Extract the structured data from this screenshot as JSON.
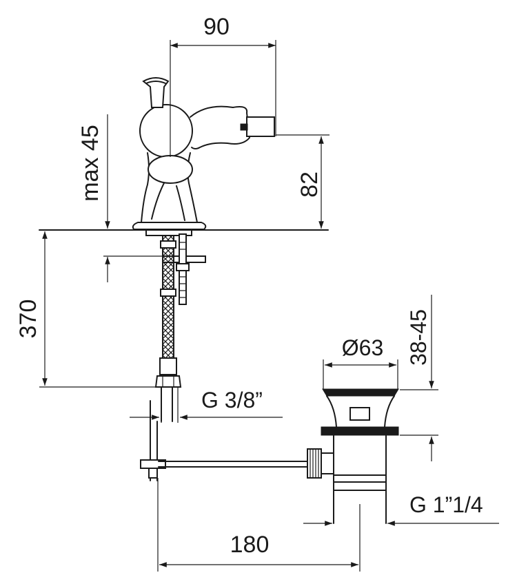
{
  "dimensions": {
    "width_top": "90",
    "max_deck": "max 45",
    "spout_height": "82",
    "hose_length": "370",
    "hose_thread": "G 3/8”",
    "waste_diameter": "Ø63",
    "waste_range": "38-45",
    "waste_thread": "G 1”1/4",
    "waste_distance": "180"
  },
  "colors": {
    "line": "#1a1a1a",
    "background": "#ffffff"
  }
}
